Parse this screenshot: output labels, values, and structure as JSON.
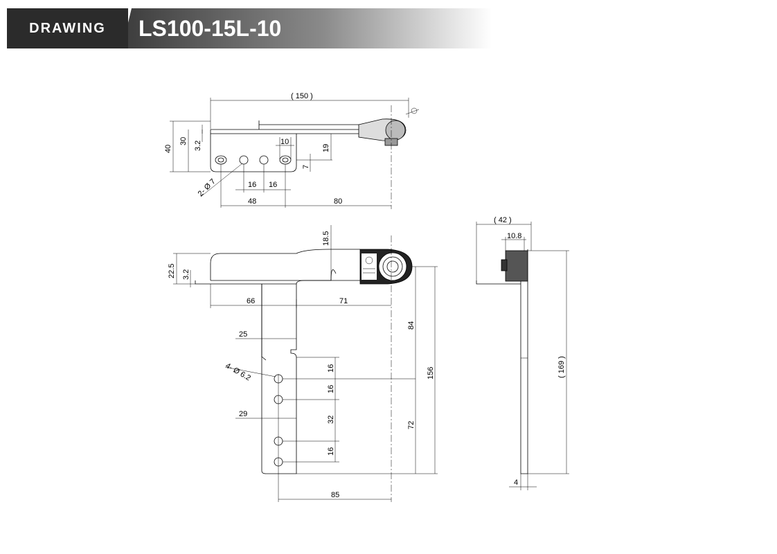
{
  "header": {
    "label": "DRAWING",
    "part_number": "LS100-15L-10",
    "colors": {
      "label_bg": "#2b2b2b",
      "title_bg_start": "#3a3a3a",
      "title_bg_end": "#ffffff"
    }
  },
  "top_view": {
    "dims": {
      "overall": "( 150 )",
      "height_40": "40",
      "height_30": "30",
      "thick_3_2": "3.2",
      "slot_10": "10",
      "height_19": "19",
      "height_7": "7",
      "holes": "2- Ø 7",
      "pitch_a": "16",
      "pitch_b": "16",
      "span_48": "48",
      "span_80": "80"
    }
  },
  "front_view": {
    "dims": {
      "h_18_5": "18.5",
      "h_22_5": "22.5",
      "thick_3_2": "3.2",
      "w_66": "66",
      "w_71": "71",
      "w_25": "25",
      "holes": "4- Ø 6.2",
      "p16a": "16",
      "p16b": "16",
      "p32": "32",
      "p16c": "16",
      "w_29": "29",
      "h_84": "84",
      "h_72": "72",
      "h_156": "156",
      "w_85": "85"
    }
  },
  "side_view": {
    "dims": {
      "w_42": "( 42 )",
      "w_10_8": "10.8",
      "h_169": "( 169 )",
      "t_4": "4"
    }
  }
}
